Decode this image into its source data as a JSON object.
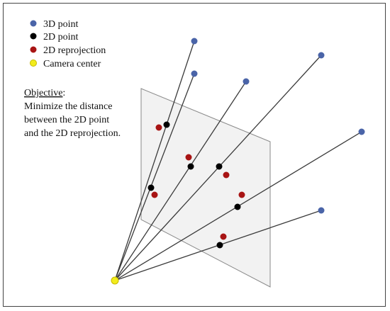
{
  "legend": {
    "items": [
      {
        "label": "3D point",
        "color": "#4a64a8"
      },
      {
        "label": "2D point",
        "color": "#000000"
      },
      {
        "label": "2D reprojection",
        "color": "#a81414"
      },
      {
        "label": "Camera center",
        "color": "#f2ec1c"
      }
    ]
  },
  "objective": {
    "heading": "Objective",
    "colon": ":",
    "lines": [
      "Minimize the distance",
      "between the 2D point",
      "and the 2D reprojection."
    ]
  }
}
